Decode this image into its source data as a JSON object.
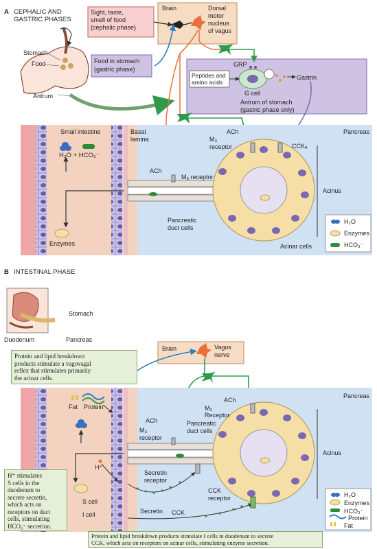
{
  "section_a": {
    "letter": "A",
    "title_line1": "CEPHALIC AND",
    "title_line2": "GASTRIC PHASES",
    "cephalic_box": [
      "Sight, taste,",
      "smell of food",
      "(cephalic phase)"
    ],
    "brain": "Brain",
    "dorsal": [
      "Dorsal",
      "motor",
      "nucleus",
      "of vagus"
    ],
    "stomach": "Stomach",
    "food": "Food",
    "antrum": "Antrum",
    "food_in_stomach": [
      "Food in stomach",
      "(gastric phase)"
    ],
    "grp": "GRP",
    "peptides": [
      "Peptides and",
      "amino acids"
    ],
    "g_cell": "G cell",
    "gastrin": "Gastrin",
    "antrum_box": [
      "Antrum of stomach",
      "(gastric phase only)"
    ],
    "small_intestine": "Small intestine",
    "basal_lamina": [
      "Basal",
      "lamina"
    ],
    "water_bicarb": "H₂O + HCO₃⁻",
    "ach_top": "ACh",
    "m3_receptor_top": [
      "M₃",
      "receptor"
    ],
    "cck_a": "CCKₐ",
    "pancreas": "Pancreas",
    "ach_mid": "ACh",
    "m3_receptor_mid": "M₃ receptor",
    "pancreatic_duct_cells": [
      "Pancreatic",
      "duct cells"
    ],
    "enzymes": "Enzymes",
    "acinus": "Acinus",
    "acinar_cells": "Acinar cells",
    "legend": [
      "H₂O",
      "Enzymes",
      "HCO₃⁻"
    ]
  },
  "section_b": {
    "letter": "B",
    "title": "INTESTINAL PHASE",
    "stomach": "Stomach",
    "duodenum": "Duodenum",
    "pancreas_label": "Pancreas",
    "brain": "Brain",
    "vagus": [
      "Vagus",
      "nerve"
    ],
    "note1": [
      "Protein and lipid breakdown",
      "products stimulate a vagovagal",
      "reflex that stimulates primarily",
      "the acinar cells."
    ],
    "fat": "Fat",
    "protein": "Protein",
    "pancreas": "Pancreas",
    "ach_top": "ACh",
    "m3_receptor_top": [
      "M₃",
      "Receptor"
    ],
    "ach_mid": "ACh",
    "m3_receptor_mid": [
      "M₃",
      "receptor"
    ],
    "pancreatic_duct_cells": [
      "Pancreatic",
      "duct cells"
    ],
    "acinus": "Acinus",
    "h_plus": "H⁺",
    "secretin_receptor": [
      "Secretin",
      "receptor"
    ],
    "note2": [
      "H⁺ stimulates",
      "S cells in the",
      "duodenum to",
      "secrete secretin,",
      "which acts on",
      "receptors on duct",
      "cells, stimulating",
      "HCO₃⁻ secretion."
    ],
    "s_cell": "S cell",
    "i_cell": "I cell",
    "secretin": "Secretin",
    "cck": "CCK",
    "cck_receptor": [
      "CCK",
      "receptor"
    ],
    "note3": [
      "Protein and lipid breakdown products stimulate I cells in duodenum to secrete",
      "CCK, which acts on receptors on acinar cells, stimulating enzyme secretion."
    ],
    "legend": [
      "H₂O",
      "Enzymes",
      "HCO₃⁻",
      "Protein",
      "Fat"
    ]
  },
  "colors": {
    "pink_box": "#f7cfcf",
    "brain_box": "#f7dcc4",
    "purple_box": "#cfc3e3",
    "pancreas_bg": "#cfe1f3",
    "intestine_bg": "#f3d3bf",
    "acinar": "#f5dfa6",
    "nucleus": "#7a68b0",
    "note_box": "#e6f0d9",
    "vagal_green": "#2f9a48",
    "vagal_orange": "#e8703a",
    "vagal_blue": "#2d7fc4"
  }
}
